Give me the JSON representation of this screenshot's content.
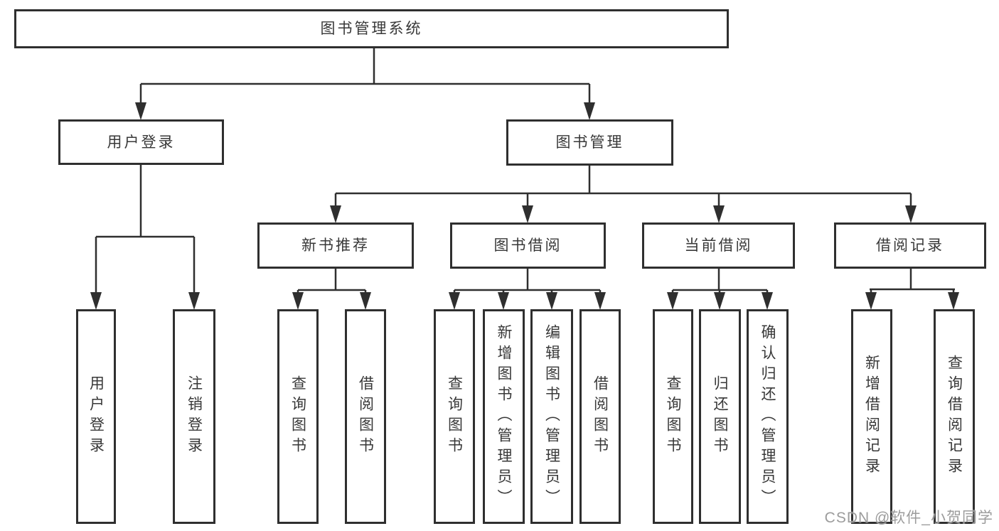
{
  "diagram": {
    "title": "图书管理系统",
    "nodes": {
      "root": "图书管理系统",
      "user_login": "用户登录",
      "book_mgmt": "图书管理",
      "new_books": "新书推荐",
      "borrow": "图书借阅",
      "current": "当前借阅",
      "records": "借阅记录",
      "login_children": [
        "用户登录",
        "注销登录"
      ],
      "new_books_children": [
        "查询图书",
        "借阅图书"
      ],
      "borrow_children": [
        "查询图书",
        "新增图书（管理员）",
        "编辑图书（管理员）",
        "借阅图书"
      ],
      "current_children": [
        "查询图书",
        "归还图书",
        "确认归还（管理员）"
      ],
      "records_children": [
        "新增借阅记录",
        "查询借阅记录"
      ]
    }
  },
  "watermark": "CSDN @软件_小贺同学",
  "colors": {
    "line": "#2f2f2f",
    "box_background": "#ffffff",
    "text": "#383838",
    "watermark": "#9c9c9c"
  }
}
